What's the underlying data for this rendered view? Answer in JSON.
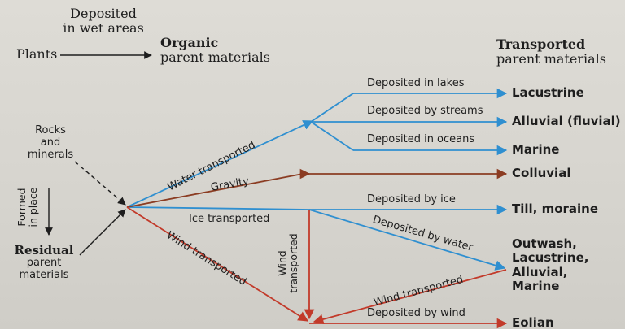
{
  "top": {
    "deposited_wet_1": "Deposited",
    "deposited_wet_2": "in wet areas",
    "plants": "Plants",
    "organic_1": "Organic",
    "organic_2": "parent materials",
    "transported_1": "Transported",
    "transported_2": "parent materials"
  },
  "left": {
    "rocks_1": "Rocks",
    "rocks_2": "and",
    "rocks_3": "minerals",
    "formed_1": "Formed",
    "formed_2": "in place",
    "residual_1": "Residual",
    "residual_2": "parent",
    "residual_3": "materials"
  },
  "paths": {
    "water_transported": "Water transported",
    "gravity": "Gravity",
    "ice_transported": "Ice transported",
    "wind_transported": "Wind transported",
    "wind_vertical_1": "Wind",
    "wind_vertical_2": "transported"
  },
  "edges": {
    "deposited_in_lakes": "Deposited in lakes",
    "deposited_by_streams": "Deposited by streams",
    "deposited_in_oceans": "Deposited in oceans",
    "deposited_by_ice": "Deposited by ice",
    "deposited_by_water": "Deposited by water",
    "wind_transported": "Wind transported",
    "deposited_by_wind": "Deposited by wind"
  },
  "outcomes": {
    "lacustrine": "Lacustrine",
    "alluvial": "Alluvial (fluvial)",
    "marine": "Marine",
    "colluvial": "Colluvial",
    "till": "Till, moraine",
    "outwash_1": "Outwash,",
    "outwash_2": "Lacustrine,",
    "outwash_3": "Alluvial,",
    "outwash_4": "Marine",
    "eolian": "Eolian"
  },
  "colors": {
    "water": "#2f8fd0",
    "gravity": "#8b3c22",
    "wind": "#c23a2a",
    "black": "#1e1e1e"
  }
}
